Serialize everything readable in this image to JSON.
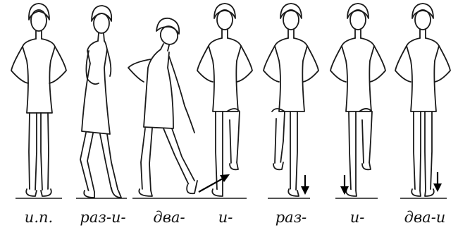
{
  "steps": [
    {
      "label": "и.п."
    },
    {
      "label": "раз-и-"
    },
    {
      "label": "два-"
    },
    {
      "label": "и-"
    },
    {
      "label": "раз-"
    },
    {
      "label": "и-"
    },
    {
      "label": "два-и"
    }
  ]
}
